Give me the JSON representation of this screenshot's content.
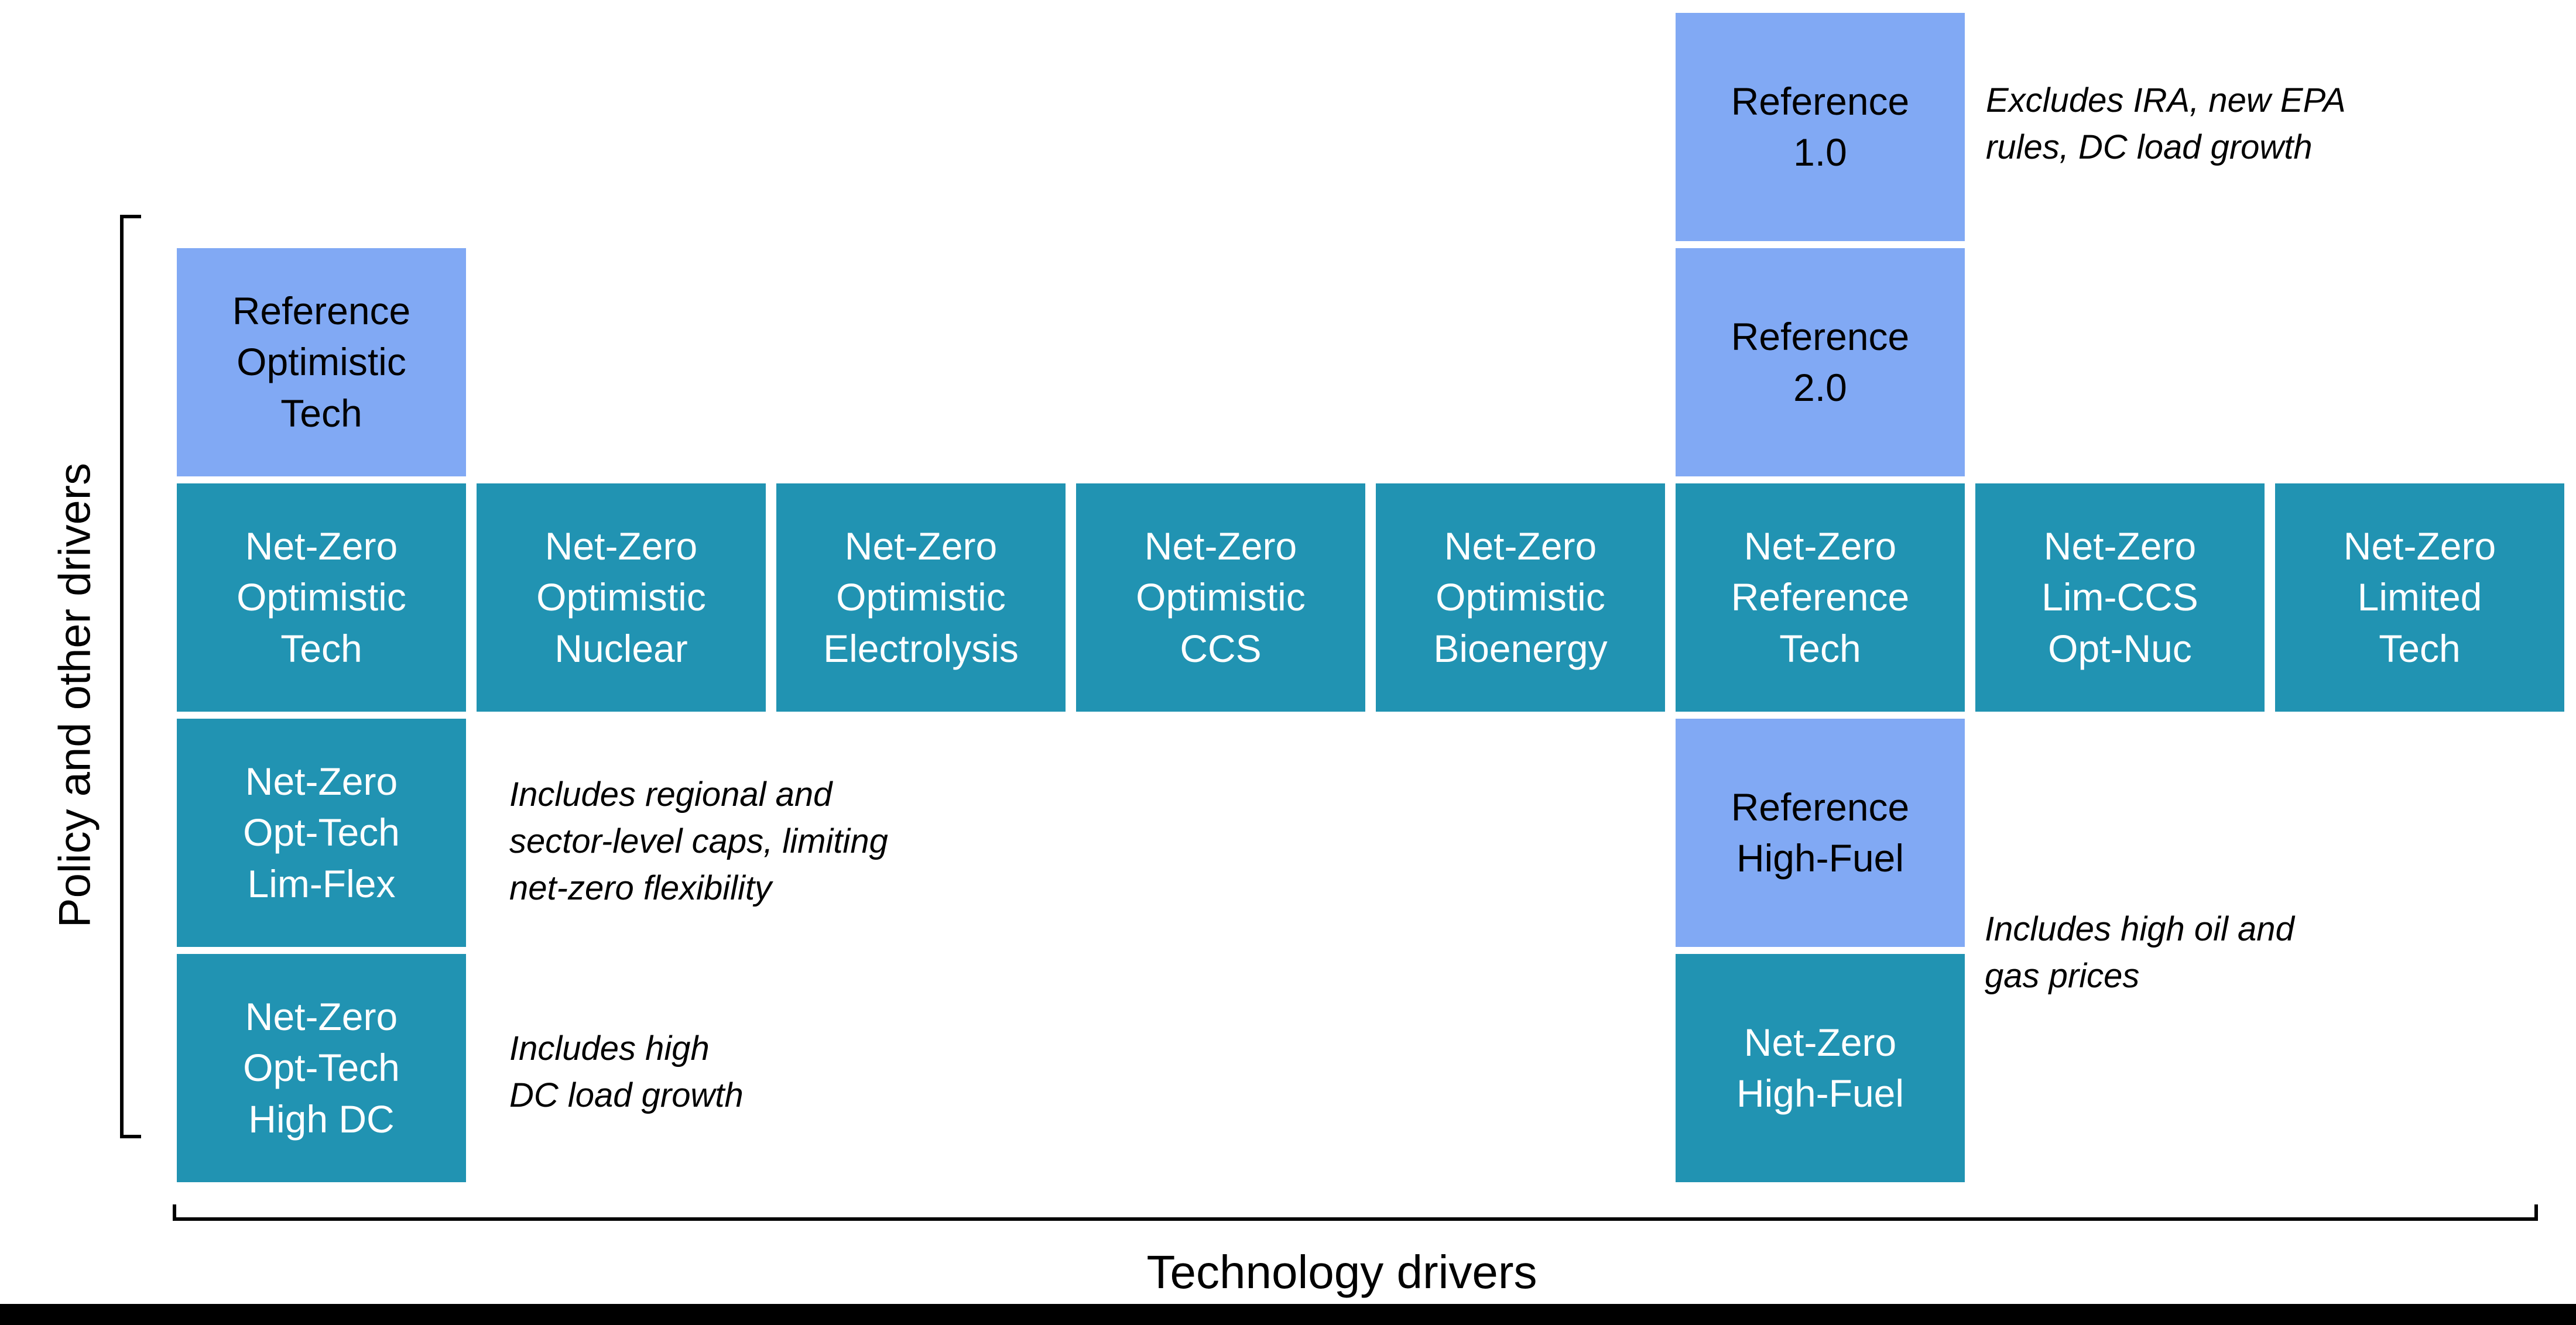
{
  "palette": {
    "reference_blue": "#81a9f4",
    "netzero_teal": "#2193b2",
    "ink": "#000000",
    "footer_black": "#000000",
    "paper": "#ffffff"
  },
  "axes": {
    "y_label": "Policy and other drivers",
    "x_label": "Technology drivers"
  },
  "boxes": [
    {
      "label": "Reference\n1.0",
      "type": "reference"
    },
    {
      "label": "Reference\nOptimistic\nTech",
      "type": "reference"
    },
    {
      "label": "Reference\n2.0",
      "type": "reference"
    },
    {
      "label": "Net-Zero\nOptimistic\nTech",
      "type": "netzero"
    },
    {
      "label": "Net-Zero\nOptimistic\nNuclear",
      "type": "netzero"
    },
    {
      "label": "Net-Zero\nOptimistic\nElectrolysis",
      "type": "netzero"
    },
    {
      "label": "Net-Zero\nOptimistic\nCCS",
      "type": "netzero"
    },
    {
      "label": "Net-Zero\nOptimistic\nBioenergy",
      "type": "netzero"
    },
    {
      "label": "Net-Zero\nReference\nTech",
      "type": "netzero"
    },
    {
      "label": "Net-Zero\nLim-CCS\nOpt-Nuc",
      "type": "netzero"
    },
    {
      "label": "Net-Zero\nLimited\nTech",
      "type": "netzero"
    },
    {
      "label": "Net-Zero\nOpt-Tech\nLim-Flex",
      "type": "netzero"
    },
    {
      "label": "Reference\nHigh-Fuel",
      "type": "reference"
    },
    {
      "label": "Net-Zero\nOpt-Tech\nHigh DC",
      "type": "netzero"
    },
    {
      "label": "Net-Zero\nHigh-Fuel",
      "type": "netzero"
    }
  ],
  "notes": [
    {
      "text": "Excludes IRA, new EPA\nrules, DC load growth"
    },
    {
      "text": "Includes regional and\nsector-level caps, limiting\nnet-zero flexibility"
    },
    {
      "text": "Includes high\nDC load growth"
    },
    {
      "text": "Includes high oil and\ngas prices"
    }
  ]
}
